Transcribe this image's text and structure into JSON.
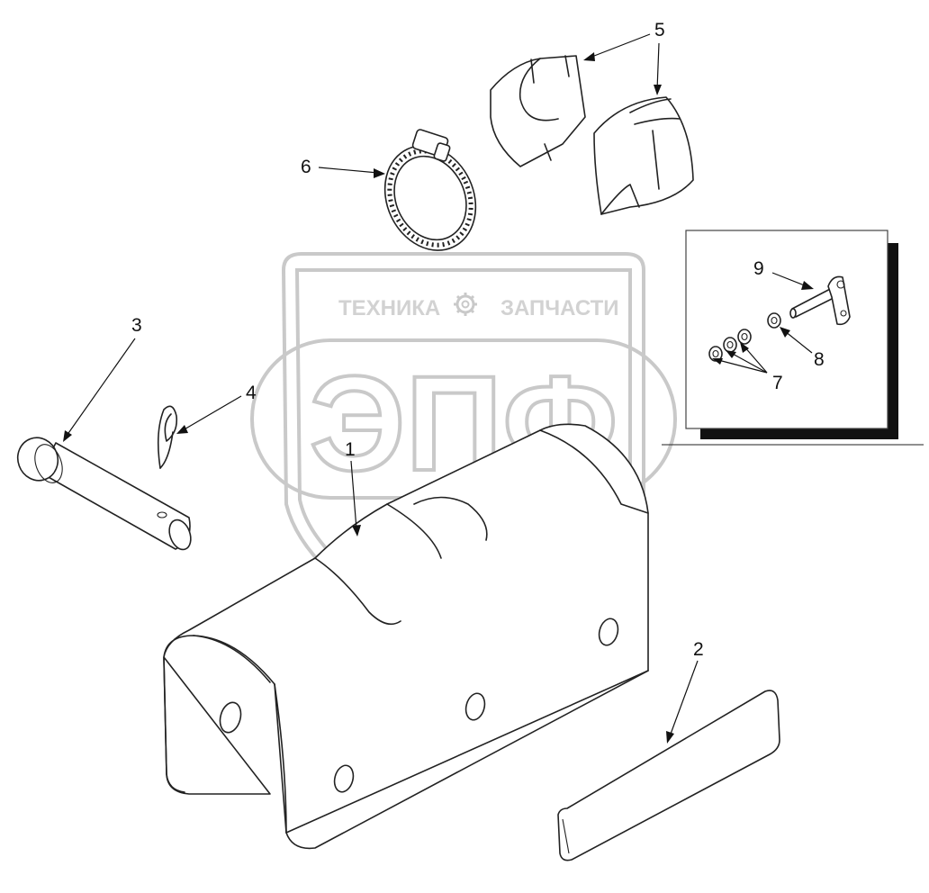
{
  "callouts": {
    "c1": "1",
    "c2": "2",
    "c3": "3",
    "c4": "4",
    "c5": "5",
    "c6": "6",
    "c7": "7",
    "c8": "8",
    "c9": "9"
  },
  "watermark": {
    "top_left": "ТЕХНИКА",
    "top_right": "ЗАПЧАСТИ",
    "logo": "ЭПФ"
  },
  "colors": {
    "line": "#222222",
    "watermark": "#c9c9c9",
    "shadow": "#111111"
  },
  "icons": [
    "gear-icon",
    "watermark-shield-icon"
  ]
}
